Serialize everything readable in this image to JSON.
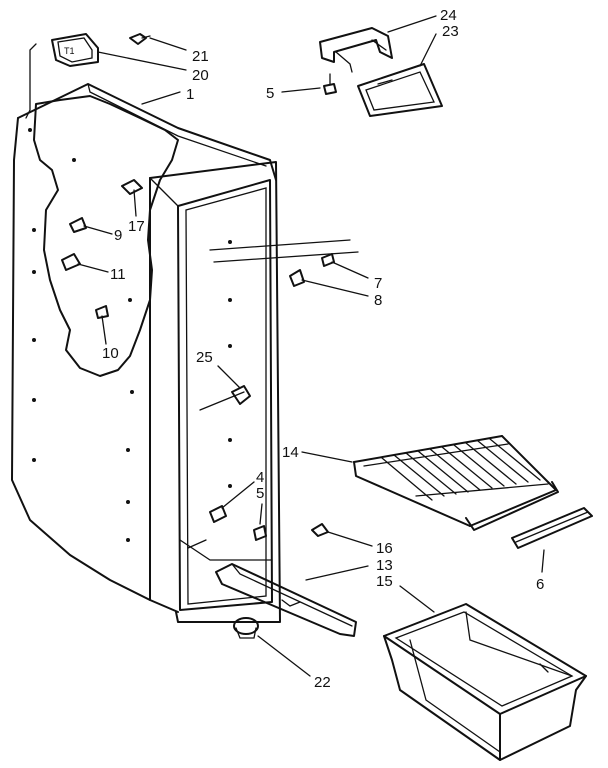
{
  "diagram": {
    "callouts": [
      {
        "id": "c21",
        "text": "21"
      },
      {
        "id": "c20",
        "text": "20"
      },
      {
        "id": "c1",
        "text": "1"
      },
      {
        "id": "c24",
        "text": "24"
      },
      {
        "id": "c23",
        "text": "23"
      },
      {
        "id": "c5a",
        "text": "5"
      },
      {
        "id": "c17",
        "text": "17"
      },
      {
        "id": "c9",
        "text": "9"
      },
      {
        "id": "c11",
        "text": "11"
      },
      {
        "id": "c10",
        "text": "10"
      },
      {
        "id": "c7",
        "text": "7"
      },
      {
        "id": "c8",
        "text": "8"
      },
      {
        "id": "c25",
        "text": "25"
      },
      {
        "id": "c14",
        "text": "14"
      },
      {
        "id": "c4",
        "text": "4"
      },
      {
        "id": "c5b",
        "text": "5"
      },
      {
        "id": "c16",
        "text": "16"
      },
      {
        "id": "c13",
        "text": "13"
      },
      {
        "id": "c15",
        "text": "15"
      },
      {
        "id": "c6",
        "text": "6"
      },
      {
        "id": "c22",
        "text": "22"
      }
    ]
  }
}
